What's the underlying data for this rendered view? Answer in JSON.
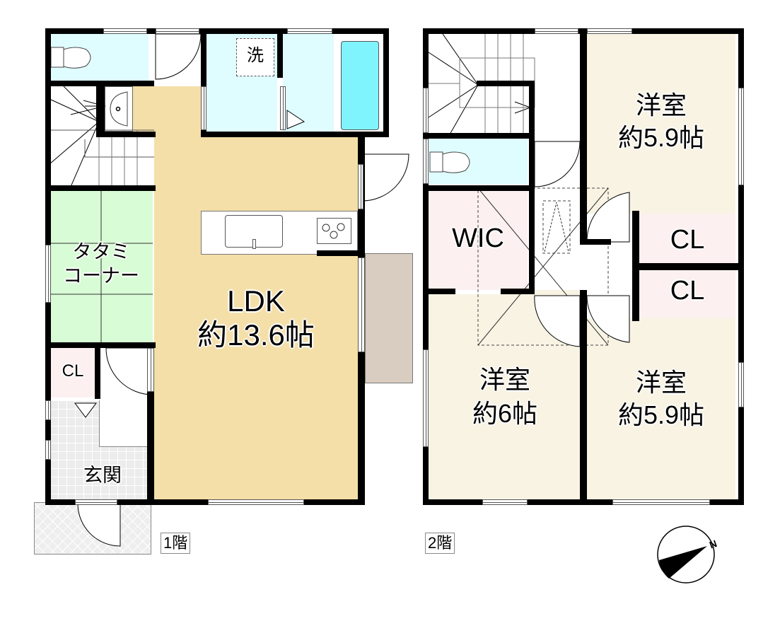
{
  "colors": {
    "wall": "#000000",
    "ldk": "#f5dfa8",
    "wet_area": "#dffcff",
    "bathtub": "#80f4fc",
    "tatami": "#d8fdd6",
    "closet": "#fdf0f0",
    "western_room": "#f8f3e3",
    "genkan_tile": "#ececec",
    "balcony": "#d8cdc0",
    "porch": "#eeeeee"
  },
  "floor1": {
    "tag": "1階",
    "rooms": {
      "ldk": {
        "name": "LDK",
        "size": "約13.6帖"
      },
      "tatami": {
        "name_line1": "タタミ",
        "name_line2": "コーナー"
      },
      "closet": {
        "name": "CL"
      },
      "genkan": {
        "name": "玄関"
      },
      "washroom": {
        "name": "洗"
      }
    }
  },
  "floor2": {
    "tag": "2階",
    "rooms": {
      "western_ne": {
        "name": "洋室",
        "size": "約5.9帖"
      },
      "wic": {
        "name": "WIC"
      },
      "closet_upper": {
        "name": "CL"
      },
      "closet_lower": {
        "name": "CL"
      },
      "western_sw": {
        "name": "洋室",
        "size": "約6帖"
      },
      "western_se": {
        "name": "洋室",
        "size": "約5.9帖"
      }
    }
  },
  "compass": {
    "north_label": "N"
  }
}
